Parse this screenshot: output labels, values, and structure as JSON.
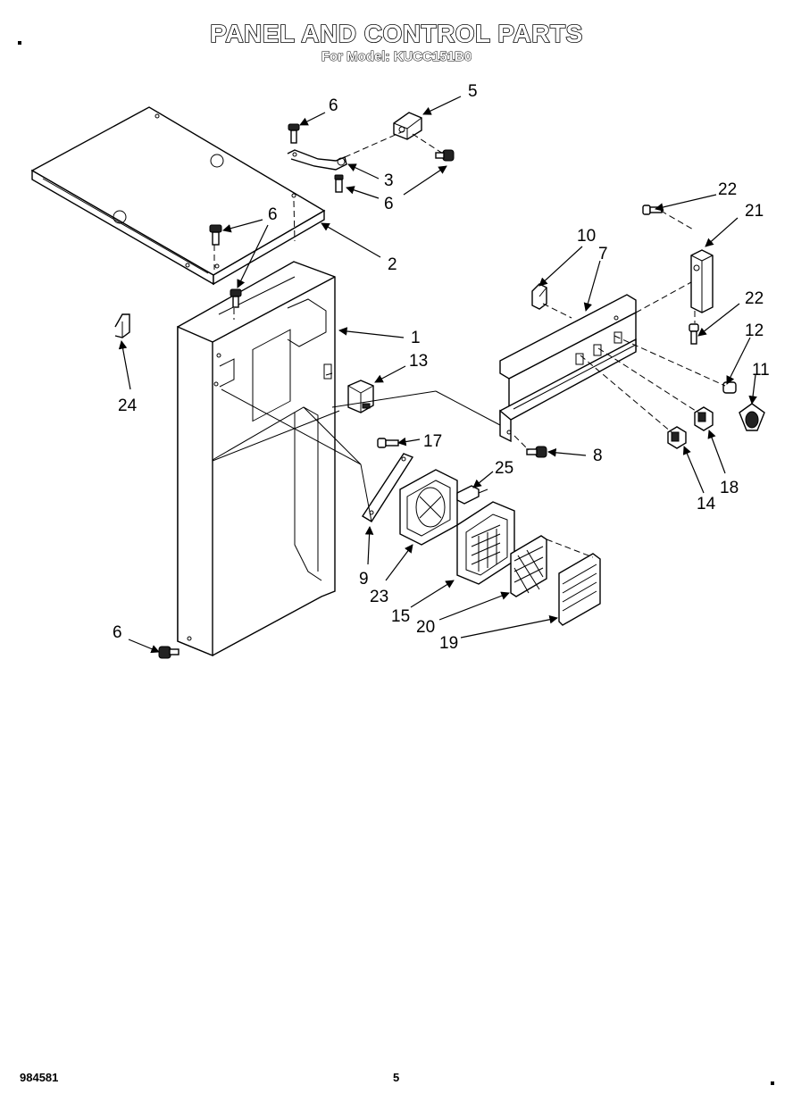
{
  "title": "PANEL AND CONTROL PARTS",
  "subtitle": "For Model: KUCC151B0",
  "footer": {
    "code": "984581",
    "page": "5"
  },
  "callouts": [
    {
      "id": "c1",
      "text": "1"
    },
    {
      "id": "c2",
      "text": "2"
    },
    {
      "id": "c3",
      "text": "3"
    },
    {
      "id": "c5",
      "text": "5"
    },
    {
      "id": "c6a",
      "text": "6"
    },
    {
      "id": "c6b",
      "text": "6"
    },
    {
      "id": "c6c",
      "text": "6"
    },
    {
      "id": "c6d",
      "text": "6"
    },
    {
      "id": "c7",
      "text": "7"
    },
    {
      "id": "c8",
      "text": "8"
    },
    {
      "id": "c9",
      "text": "9"
    },
    {
      "id": "c10",
      "text": "10"
    },
    {
      "id": "c11",
      "text": "11"
    },
    {
      "id": "c12",
      "text": "12"
    },
    {
      "id": "c13",
      "text": "13"
    },
    {
      "id": "c14",
      "text": "14"
    },
    {
      "id": "c15",
      "text": "15"
    },
    {
      "id": "c17",
      "text": "17"
    },
    {
      "id": "c18",
      "text": "18"
    },
    {
      "id": "c19",
      "text": "19"
    },
    {
      "id": "c20",
      "text": "20"
    },
    {
      "id": "c21",
      "text": "21"
    },
    {
      "id": "c22a",
      "text": "22"
    },
    {
      "id": "c22b",
      "text": "22"
    },
    {
      "id": "c23",
      "text": "23"
    },
    {
      "id": "c24",
      "text": "24"
    },
    {
      "id": "c25",
      "text": "25"
    }
  ]
}
